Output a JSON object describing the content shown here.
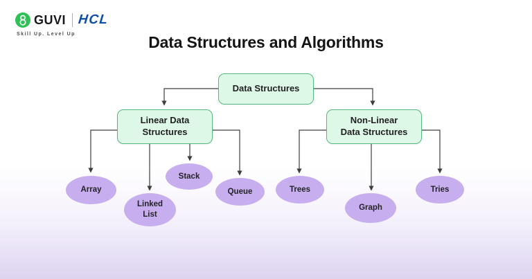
{
  "brand": {
    "guvi_label": "GUVI",
    "hcl_label": "HCL",
    "tagline": "Skill Up. Level Up",
    "guvi_icon": "guvi-g-logo",
    "guvi_green": "#2ec155",
    "hcl_blue": "#0d4fa6"
  },
  "title": "Data Structures and Algorithms",
  "diagram": {
    "root": {
      "label": "Data Structures"
    },
    "branches": [
      {
        "id": "linear",
        "lines": [
          "Linear Data",
          "Structures"
        ],
        "label": "Linear Data Structures"
      },
      {
        "id": "non-linear",
        "lines": [
          "Non-Linear",
          "Data Structures"
        ],
        "label": "Non-Linear Data Structures"
      }
    ],
    "leaves": [
      {
        "id": "array",
        "parent": "linear",
        "lines": [
          "Array"
        ],
        "label": "Array"
      },
      {
        "id": "linked-list",
        "parent": "linear",
        "lines": [
          "Linked",
          "List"
        ],
        "label": "Linked List"
      },
      {
        "id": "stack",
        "parent": "linear",
        "lines": [
          "Stack"
        ],
        "label": "Stack"
      },
      {
        "id": "queue",
        "parent": "linear",
        "lines": [
          "Queue"
        ],
        "label": "Queue"
      },
      {
        "id": "trees",
        "parent": "non-linear",
        "lines": [
          "Trees"
        ],
        "label": "Trees"
      },
      {
        "id": "graph",
        "parent": "non-linear",
        "lines": [
          "Graph"
        ],
        "label": "Graph"
      },
      {
        "id": "tries",
        "parent": "non-linear",
        "lines": [
          "Tries"
        ],
        "label": "Tries"
      }
    ],
    "colors": {
      "box_fill": "#def8e8",
      "box_border": "#54b880",
      "leaf_fill": "#c7aeef",
      "connector": "#3d3d3d",
      "background_bottom": "#ddd4f1"
    }
  }
}
